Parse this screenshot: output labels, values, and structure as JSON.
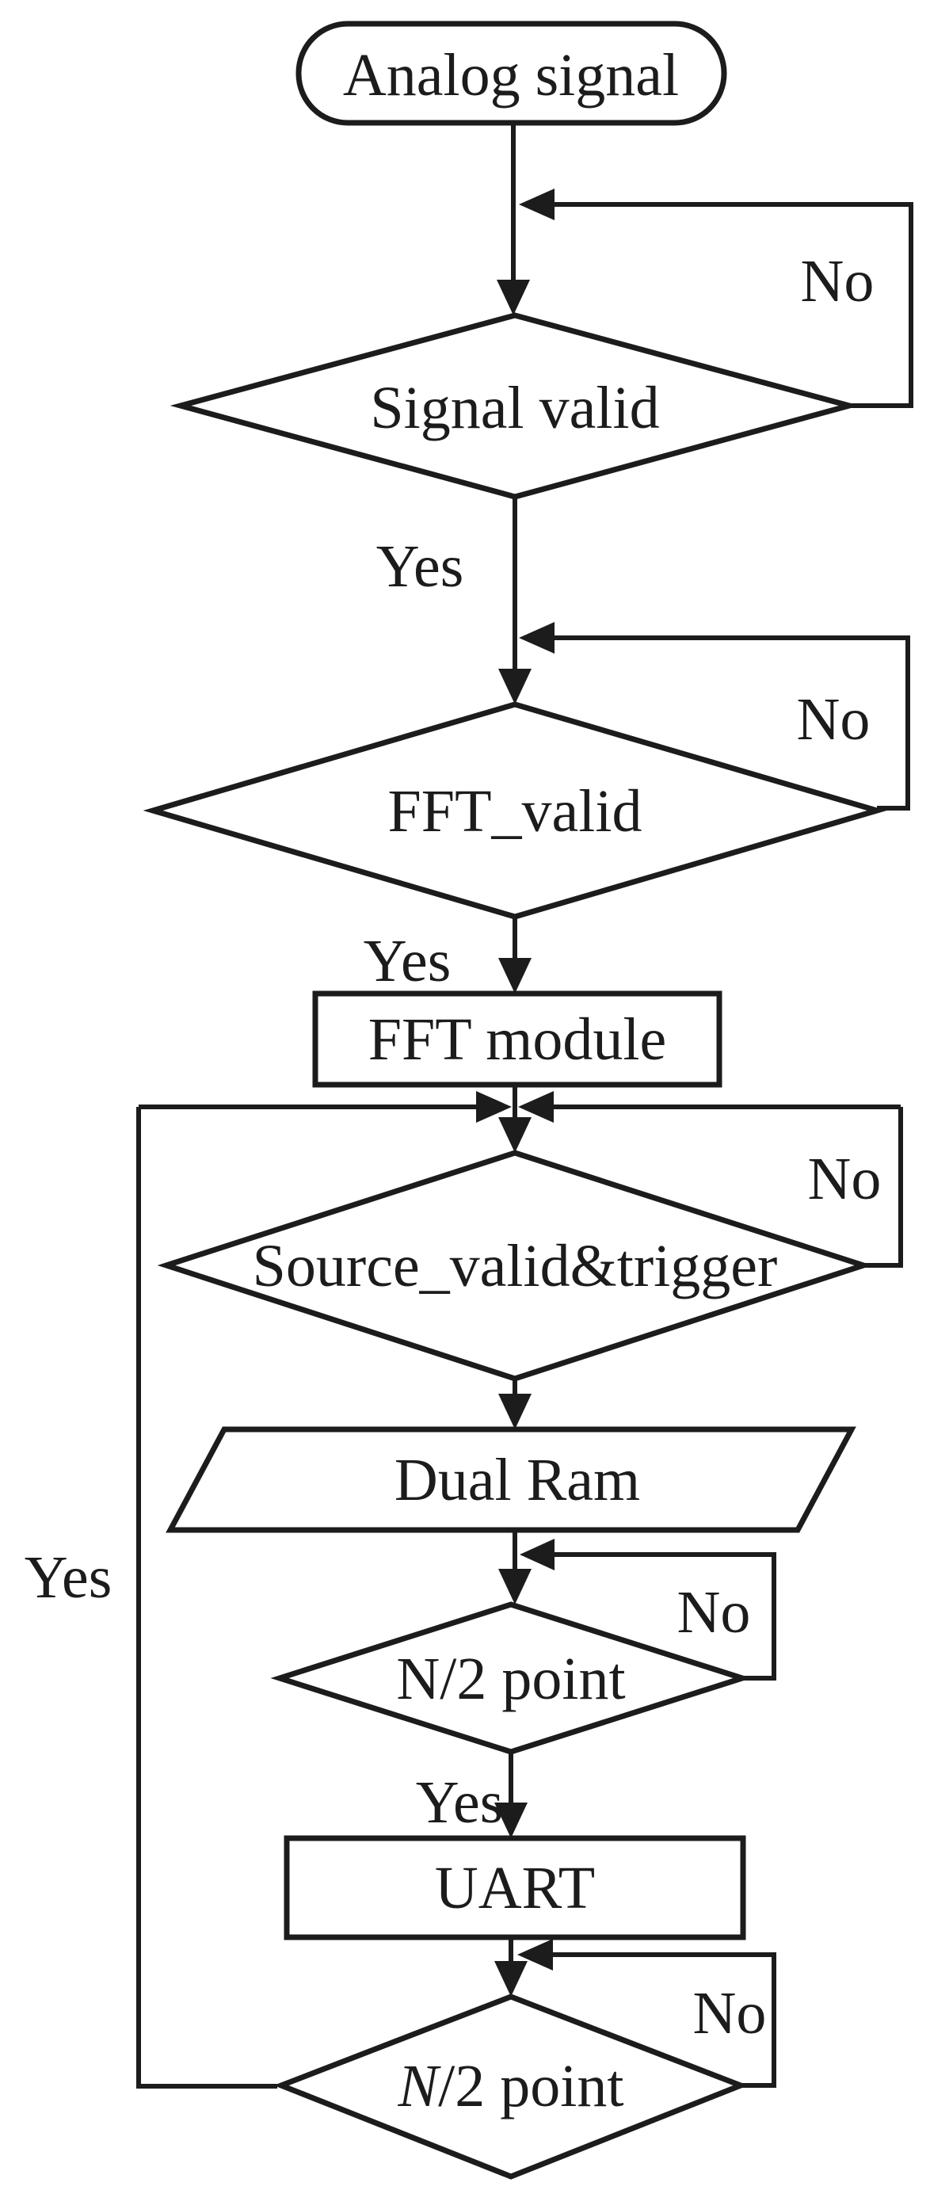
{
  "figure": {
    "type": "flowchart",
    "colors": {
      "line": "#1c1c1c",
      "background": "#ffffff"
    },
    "nodes": {
      "start": {
        "label": "Analog signal",
        "shape": "terminator"
      },
      "signal_valid": {
        "label": "Signal valid",
        "shape": "decision"
      },
      "fft_valid": {
        "label": "FFT_valid",
        "shape": "decision"
      },
      "fft_module": {
        "label": "FFT module",
        "shape": "process"
      },
      "source_valid": {
        "label": "Source_valid&trigger",
        "shape": "decision"
      },
      "dual_ram": {
        "label": "Dual Ram",
        "shape": "input-output"
      },
      "n2_point_1": {
        "label": "N/2 point",
        "shape": "decision"
      },
      "uart": {
        "label": "UART",
        "shape": "process"
      },
      "n2_point_2": {
        "prefix_italic": "N",
        "suffix": "/2 point",
        "shape": "decision"
      }
    },
    "edge_labels": {
      "signal_valid_no": "No",
      "signal_valid_yes": "Yes",
      "fft_valid_no": "No",
      "fft_valid_yes": "Yes",
      "source_valid_no": "No",
      "n2_first_no": "No",
      "n2_first_yes": "Yes",
      "uart_loop_no": "No",
      "n2_second_yes": "Yes"
    }
  }
}
